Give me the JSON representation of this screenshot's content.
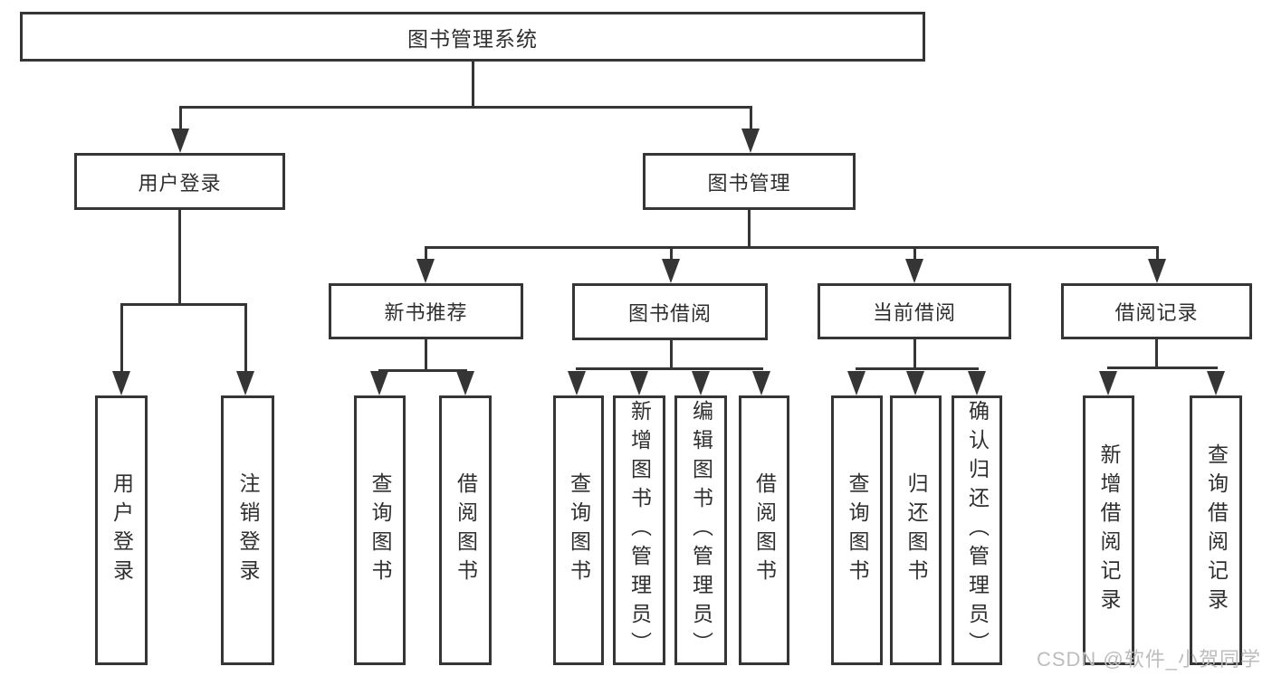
{
  "diagram_title": "图书管理系统",
  "tree": {
    "root": "图书管理系统",
    "user_login": {
      "label": "用户登录",
      "children": [
        "用户登录",
        "注销登录"
      ]
    },
    "book_mgmt": {
      "label": "图书管理",
      "groups": [
        {
          "label": "新书推荐",
          "children": [
            "查询图书",
            "借阅图书"
          ]
        },
        {
          "label": "图书借阅",
          "children": [
            "查询图书",
            "新增图书（管理员）",
            "编辑图书（管理员）",
            "借阅图书"
          ]
        },
        {
          "label": "当前借阅",
          "children": [
            "查询图书",
            "归还图书",
            "确认归还（管理员）"
          ]
        },
        {
          "label": "借阅记录",
          "children": [
            "新增借阅记录",
            "查询借阅记录"
          ]
        }
      ]
    }
  },
  "watermark": "CSDN @软件_小贺同学",
  "colors": {
    "line": "#353535",
    "text": "#2f2f2f",
    "watermark": "#bdbdbd",
    "background": "#ffffff"
  }
}
